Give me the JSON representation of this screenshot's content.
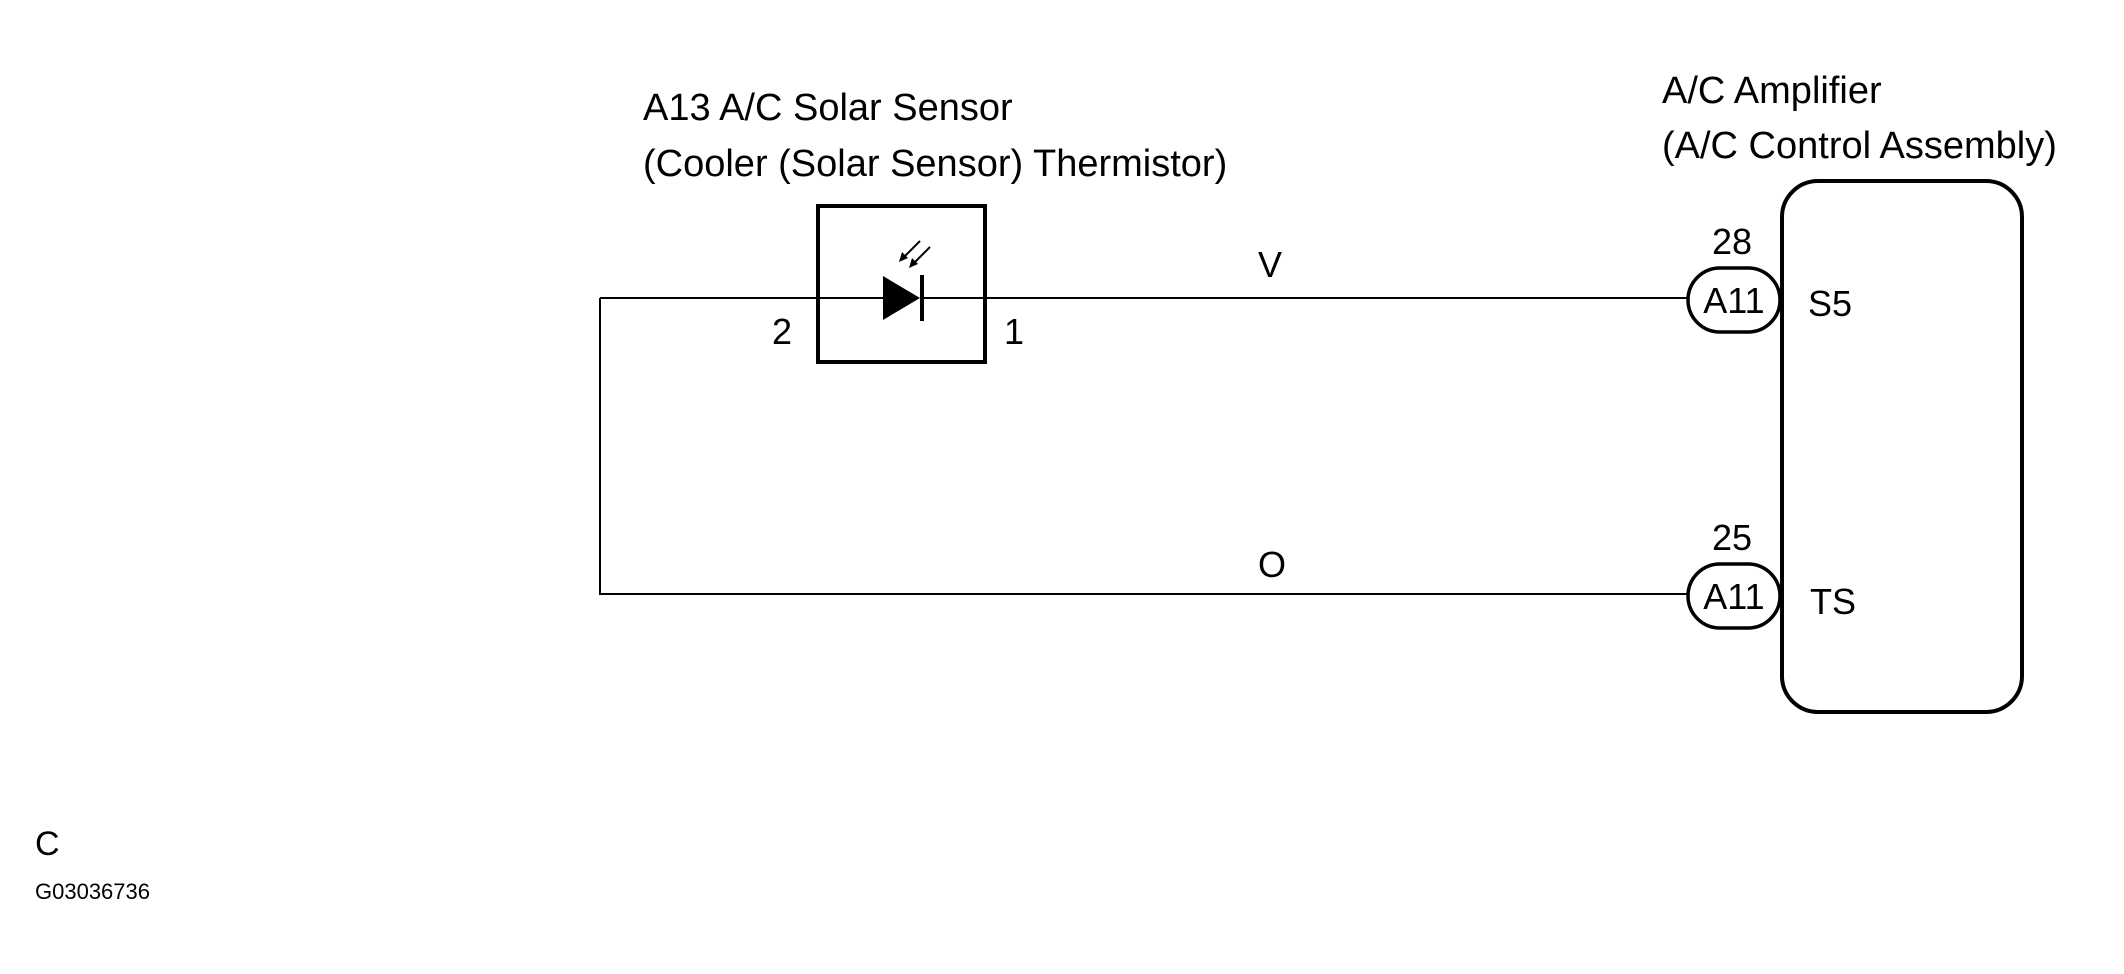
{
  "sensor": {
    "title_line1": "A13 A/C Solar Sensor",
    "title_line2": "(Cooler (Solar Sensor) Thermistor)",
    "pin_left": "2",
    "pin_right": "1"
  },
  "amplifier": {
    "title_line1": "A/C Amplifier",
    "title_line2": "(A/C Control Assembly)"
  },
  "wires": [
    {
      "color": "V",
      "connector": "A11",
      "pin": "28",
      "terminal": "S5"
    },
    {
      "color": "O",
      "connector": "A11",
      "pin": "25",
      "terminal": "TS"
    }
  ],
  "footer": {
    "section_letter": "C",
    "figure_code": "G03036736"
  }
}
